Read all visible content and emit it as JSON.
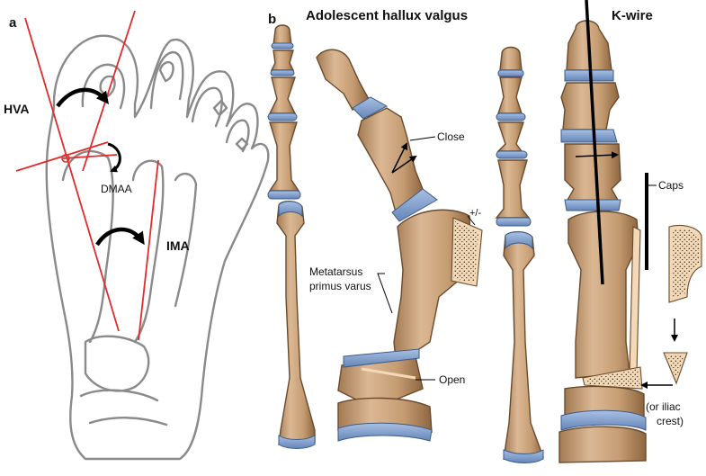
{
  "panel_a": {
    "letter": "a",
    "labels": {
      "hva": "HVA",
      "dmaa": "DMAA",
      "ima": "IMA"
    },
    "colors": {
      "outline": "#8a8a8a",
      "angle_lines": "#e32b2b"
    }
  },
  "panel_b": {
    "letter": "b",
    "title": "Adolescent hallux valgus",
    "right_title": "K-wire",
    "labels": {
      "close": "Close",
      "plus_minus": "+/-",
      "metatarsus_line1": "Metatarsus",
      "metatarsus_line2": "primus varus",
      "open": "Open",
      "caps": "Caps",
      "iliac_line1": "(or iliac",
      "iliac_line2": "crest)"
    },
    "colors": {
      "bone": "#c9a27a",
      "cartilage": "#7f9fcf",
      "graft": "#f2d9b8"
    }
  }
}
